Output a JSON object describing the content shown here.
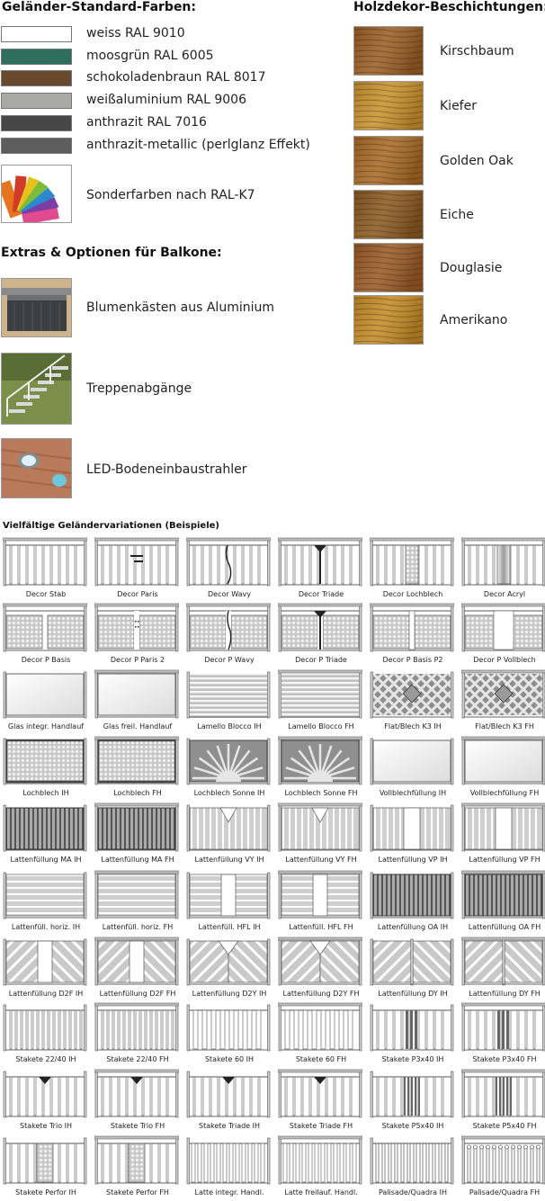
{
  "colors_heading": "Geländer-Standard-Farben:",
  "colors": [
    {
      "label": "weiss RAL 9010",
      "color": "#ffffff"
    },
    {
      "label": "moosgrün RAL 6005",
      "color": "#2e6e5c"
    },
    {
      "label": "schokoladenbraun RAL 8017",
      "color": "#6a4a2e"
    },
    {
      "label": "weißaluminium RAL 9006",
      "color": "#a9aaa8"
    },
    {
      "label": "anthrazit RAL 7016",
      "color": "#474747"
    },
    {
      "label": "anthrazit-metallic (perlglanz Effekt)",
      "color": "#5d5d5d"
    }
  ],
  "special_color_label": "Sonderfarben nach RAL-K7",
  "wood_heading": "Holzdekor-Beschichtungen:",
  "woods": [
    {
      "label": "Kirschbaum",
      "color": "#9a5f27"
    },
    {
      "label": "Kiefer",
      "color": "#c8922f"
    },
    {
      "label": "Golden Oak",
      "color": "#a86a27"
    },
    {
      "label": "Eiche",
      "color": "#8a5a22"
    },
    {
      "label": "Douglasie",
      "color": "#9a5a26"
    },
    {
      "label": "Amerikano",
      "color": "#c48b28"
    }
  ],
  "extras_heading": "Extras & Optionen für Balkone:",
  "extras": [
    {
      "label": "Blumenkästen aus Aluminium",
      "icon": "flower-box-photo"
    },
    {
      "label": "Treppenabgänge",
      "icon": "stairs-photo"
    },
    {
      "label": "LED-Bodeneinbaustrahler",
      "icon": "led-spotlight-photo"
    }
  ],
  "variations_heading": "Vielfältige Geländervariationen (Beispiele)",
  "variations": [
    [
      "Decor Stab",
      "Decor Paris",
      "Decor Wavy",
      "Decor Triade",
      "Decor Lochblech",
      "Decor Acryl"
    ],
    [
      "Decor P Basis",
      "Decor P Paris 2",
      "Decor P Wavy",
      "Decor P Triade",
      "Decor P Basis P2",
      "Decor P Vollblech"
    ],
    [
      "Glas integr. Handlauf",
      "Glas freil. Handlauf",
      "Lamello Blocco IH",
      "Lamello Blocco FH",
      "Flat/Blech K3 IH",
      "Flat/Blech K3 FH"
    ],
    [
      "Lochblech IH",
      "Lochblech FH",
      "Lochblech Sonne IH",
      "Lochblech Sonne FH",
      "Vollblechfüllung IH",
      "Vollblechfüllung FH"
    ],
    [
      "Lattenfüllung MA IH",
      "Lattenfüllung MA FH",
      "Lattenfüllung VY IH",
      "Lattenfüllung VY FH",
      "Lattenfüllung VP IH",
      "Lattenfüllung VP FH"
    ],
    [
      "Lattenfüll. horiz. IH",
      "Lattenfüll. horiz. FH",
      "Lattenfüll. HFL IH",
      "Lattenfüll. HFL FH",
      "Lattenfüllung OA IH",
      "Lattenfüllung OA FH"
    ],
    [
      "Lattenfüllung D2F IH",
      "Lattenfüllung D2F FH",
      "Lattenfüllung D2Y IH",
      "Lattenfüllung D2Y FH",
      "Lattenfüllung DY IH",
      "Lattenfüllung DY FH"
    ],
    [
      "Stakete 22/40 IH",
      "Stakete 22/40 FH",
      "Stakete 60 IH",
      "Stakete 60 FH",
      "Stakete P3x40 IH",
      "Stakete P3x40 FH"
    ],
    [
      "Stakete Trio IH",
      "Stakete Trio FH",
      "Stakete Triade IH",
      "Stakete Triade FH",
      "Stakete P5x40 IH",
      "Stakete P5x40 FH"
    ],
    [
      "Stakete Perfor IH",
      "Stakete Perfor FH",
      "Latte integr. Handl.",
      "Latte freilauf. Handl.",
      "Palisade/Quadra IH",
      "Palisade/Quadra FH"
    ]
  ]
}
